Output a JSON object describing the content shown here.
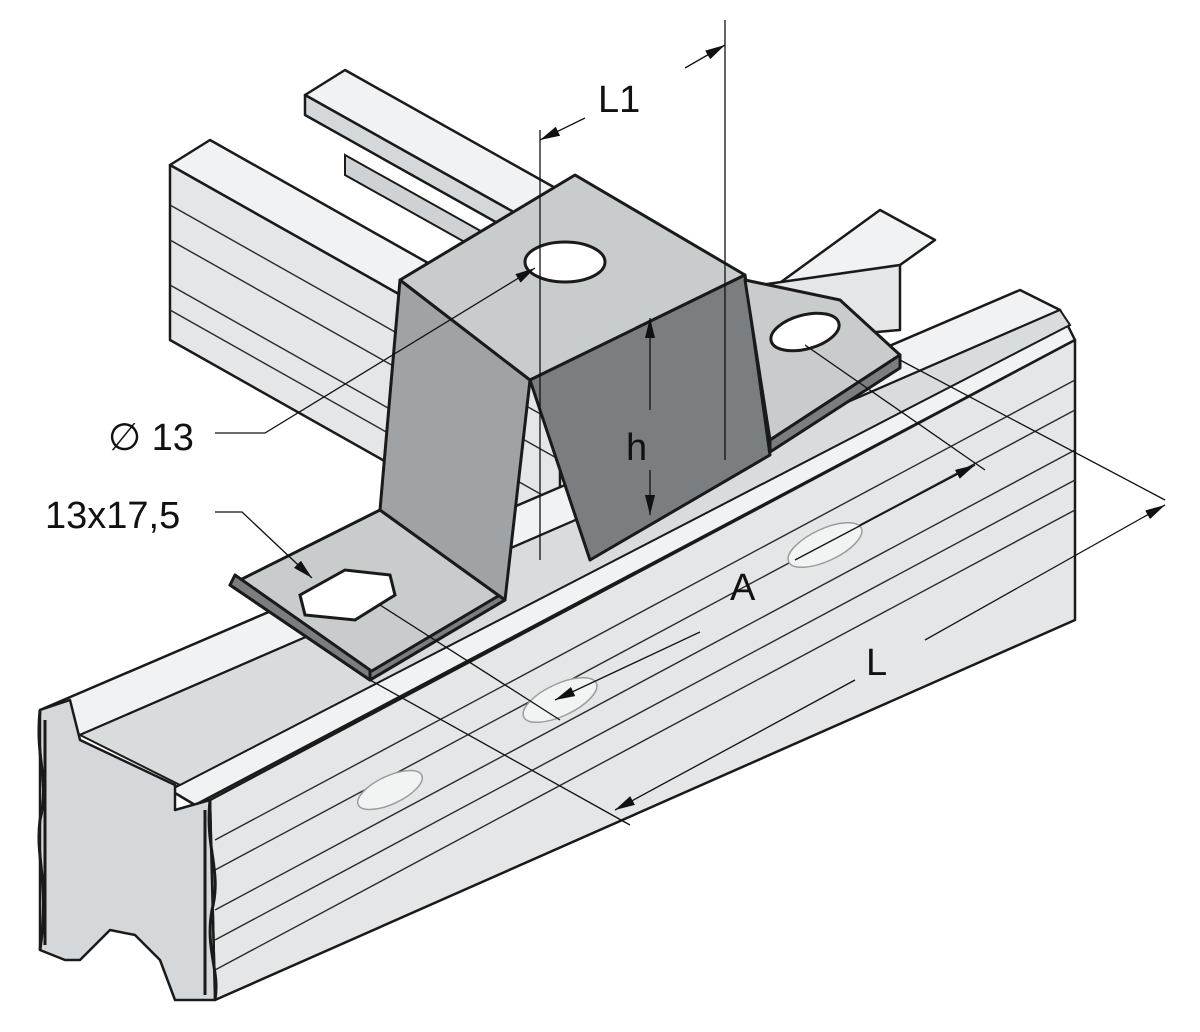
{
  "labels": {
    "l1": "L1",
    "diameter": "∅ 13",
    "slot": "13x17,5",
    "height": "h",
    "spacing": "A",
    "length": "L"
  },
  "colors": {
    "rail": "#e4e6e7",
    "bracket": "#9fa3a5",
    "outline": "#1a1a1a"
  }
}
